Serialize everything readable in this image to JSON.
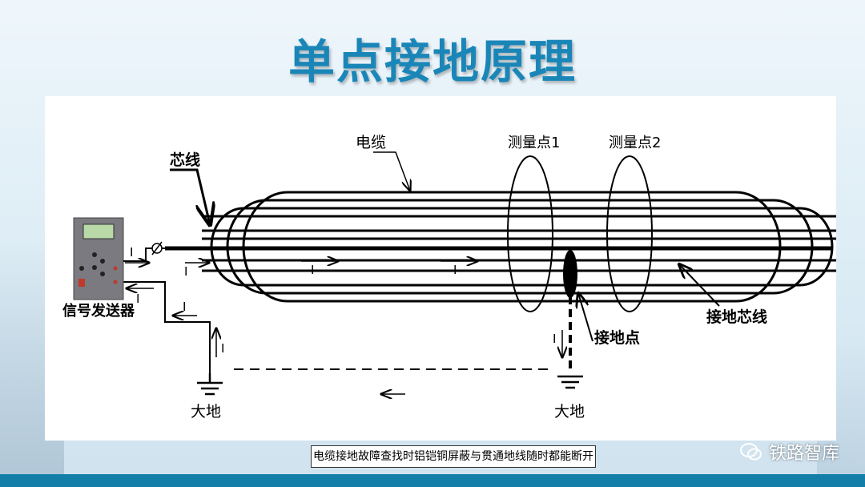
{
  "title": "单点接地原理",
  "diagram": {
    "labels": {
      "core_wire": "芯线",
      "cable": "电缆",
      "measure_point_1": "测量点1",
      "measure_point_2": "测量点2",
      "ground_core": "接地芯线",
      "ground_point": "接地点",
      "signal_generator": "信号发送器",
      "earth_left": "大地",
      "earth_right": "大地"
    },
    "current_labels": [
      "I",
      "I",
      "I",
      "I",
      "I",
      "I",
      "I",
      "I"
    ]
  },
  "caption": "电缆接地故障查找时铝铠铜屏蔽与贯通地线随时都能断开",
  "watermark": "铁路智库"
}
